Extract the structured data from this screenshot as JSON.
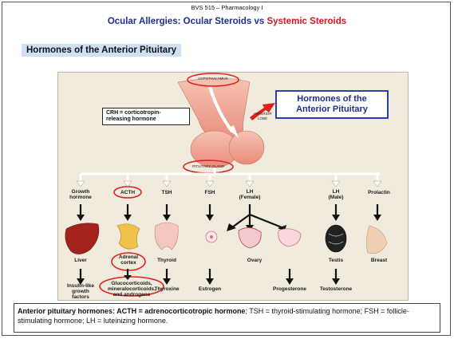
{
  "header": {
    "course": "BVS 515 – Pharmacology I",
    "title_part1": "Ocular Allergies: Ocular Steroids vs ",
    "title_part2": "Systemic Steroids"
  },
  "section_heading": "Hormones of the Anterior Pituitary",
  "figure": {
    "hypothalamus": "HYPOTHALAMUS",
    "anterior_lobe_1": "ANTERIOR",
    "anterior_lobe_2": "LOBE",
    "pituitary_gland": "PITUITARY GLAND",
    "crh_line1": "CRH = corticotropin-",
    "crh_line2": "releasing hormone",
    "callout_line1": "Hormones of the",
    "callout_line2": "Anterior Pituitary",
    "hormones": {
      "gh_1": "Growth",
      "gh_2": "hormone",
      "acth": "ACTH",
      "tsh": "TSH",
      "fsh": "FSH",
      "lh_f_1": "LH",
      "lh_f_2": "(Female)",
      "lh_m_1": "LH",
      "lh_m_2": "(Male)",
      "prolactin": "Prolactin"
    },
    "targets": {
      "liver": "Liver",
      "adrenal_1": "Adrenal",
      "adrenal_2": "cortex",
      "thyroid": "Thyroid",
      "ovary": "Ovary",
      "testis": "Testis",
      "breast": "Breast"
    },
    "products": {
      "igf_1": "Insulin-like",
      "igf_2": "growth",
      "igf_3": "factors",
      "gluco_1": "Glucocorticoids,",
      "gluco_2": "mineralocorticoids,",
      "gluco_3": "and androgens",
      "thyroxine": "Thyroxine",
      "estrogen": "Estrogen",
      "progesterone": "Progesterone",
      "testosterone": "Testosterone"
    }
  },
  "footnote": {
    "bold": "Anterior pituitary hormones: ACTH = adrenocorticotropic hormone",
    "rest": "; TSH = thyroid-stimulating hormone; FSH = follicle-stimulating hormone; LH = luteinizing hormone."
  },
  "colors": {
    "title_blue": "#1f2f8f",
    "title_red": "#d71920",
    "highlight_ring": "#e0201f",
    "figure_bg": "#f1ebdd"
  }
}
